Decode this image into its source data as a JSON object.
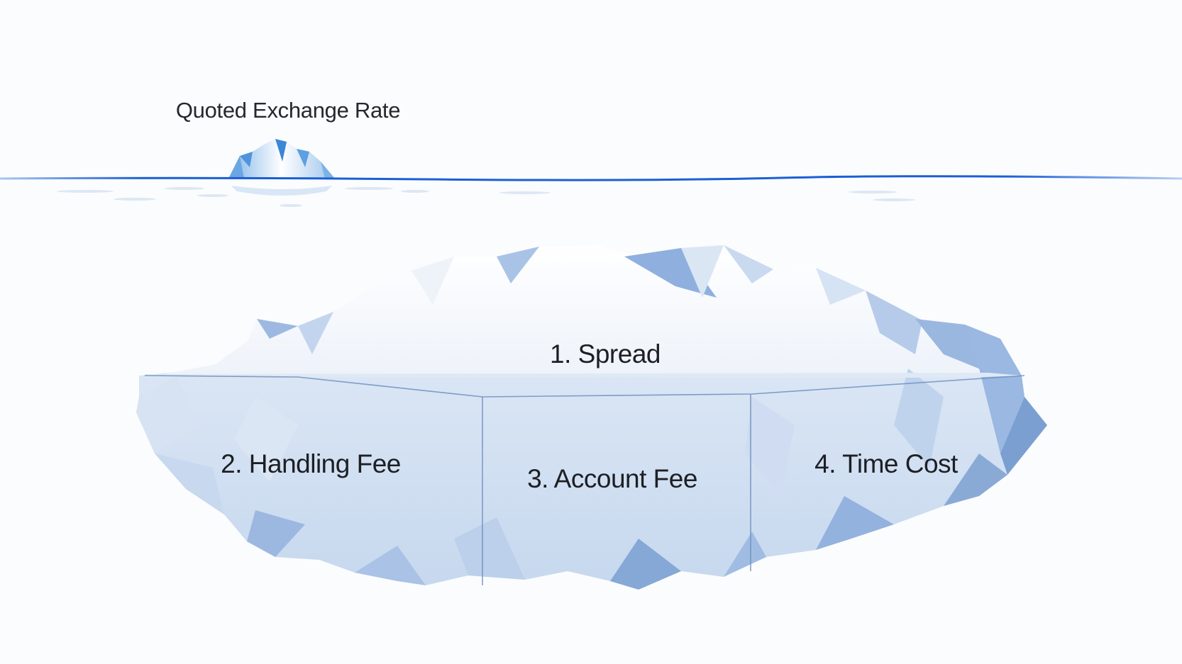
{
  "diagram": {
    "top_label": "Quoted Exchange Rate",
    "hidden_costs": [
      {
        "label": "1. Spread"
      },
      {
        "label": "2. Handling Fee"
      },
      {
        "label": "3. Account Fee"
      },
      {
        "label": "4. Time Cost"
      }
    ]
  },
  "colors": {
    "background": "#fbfcfd",
    "waterline": "#1a5fd6",
    "ice_light": "#eef3fa",
    "ice_mid": "#cdddf0",
    "ice_dark": "#7fa3d1",
    "divider": "#6f8fbf",
    "text": "#1d1f24"
  }
}
